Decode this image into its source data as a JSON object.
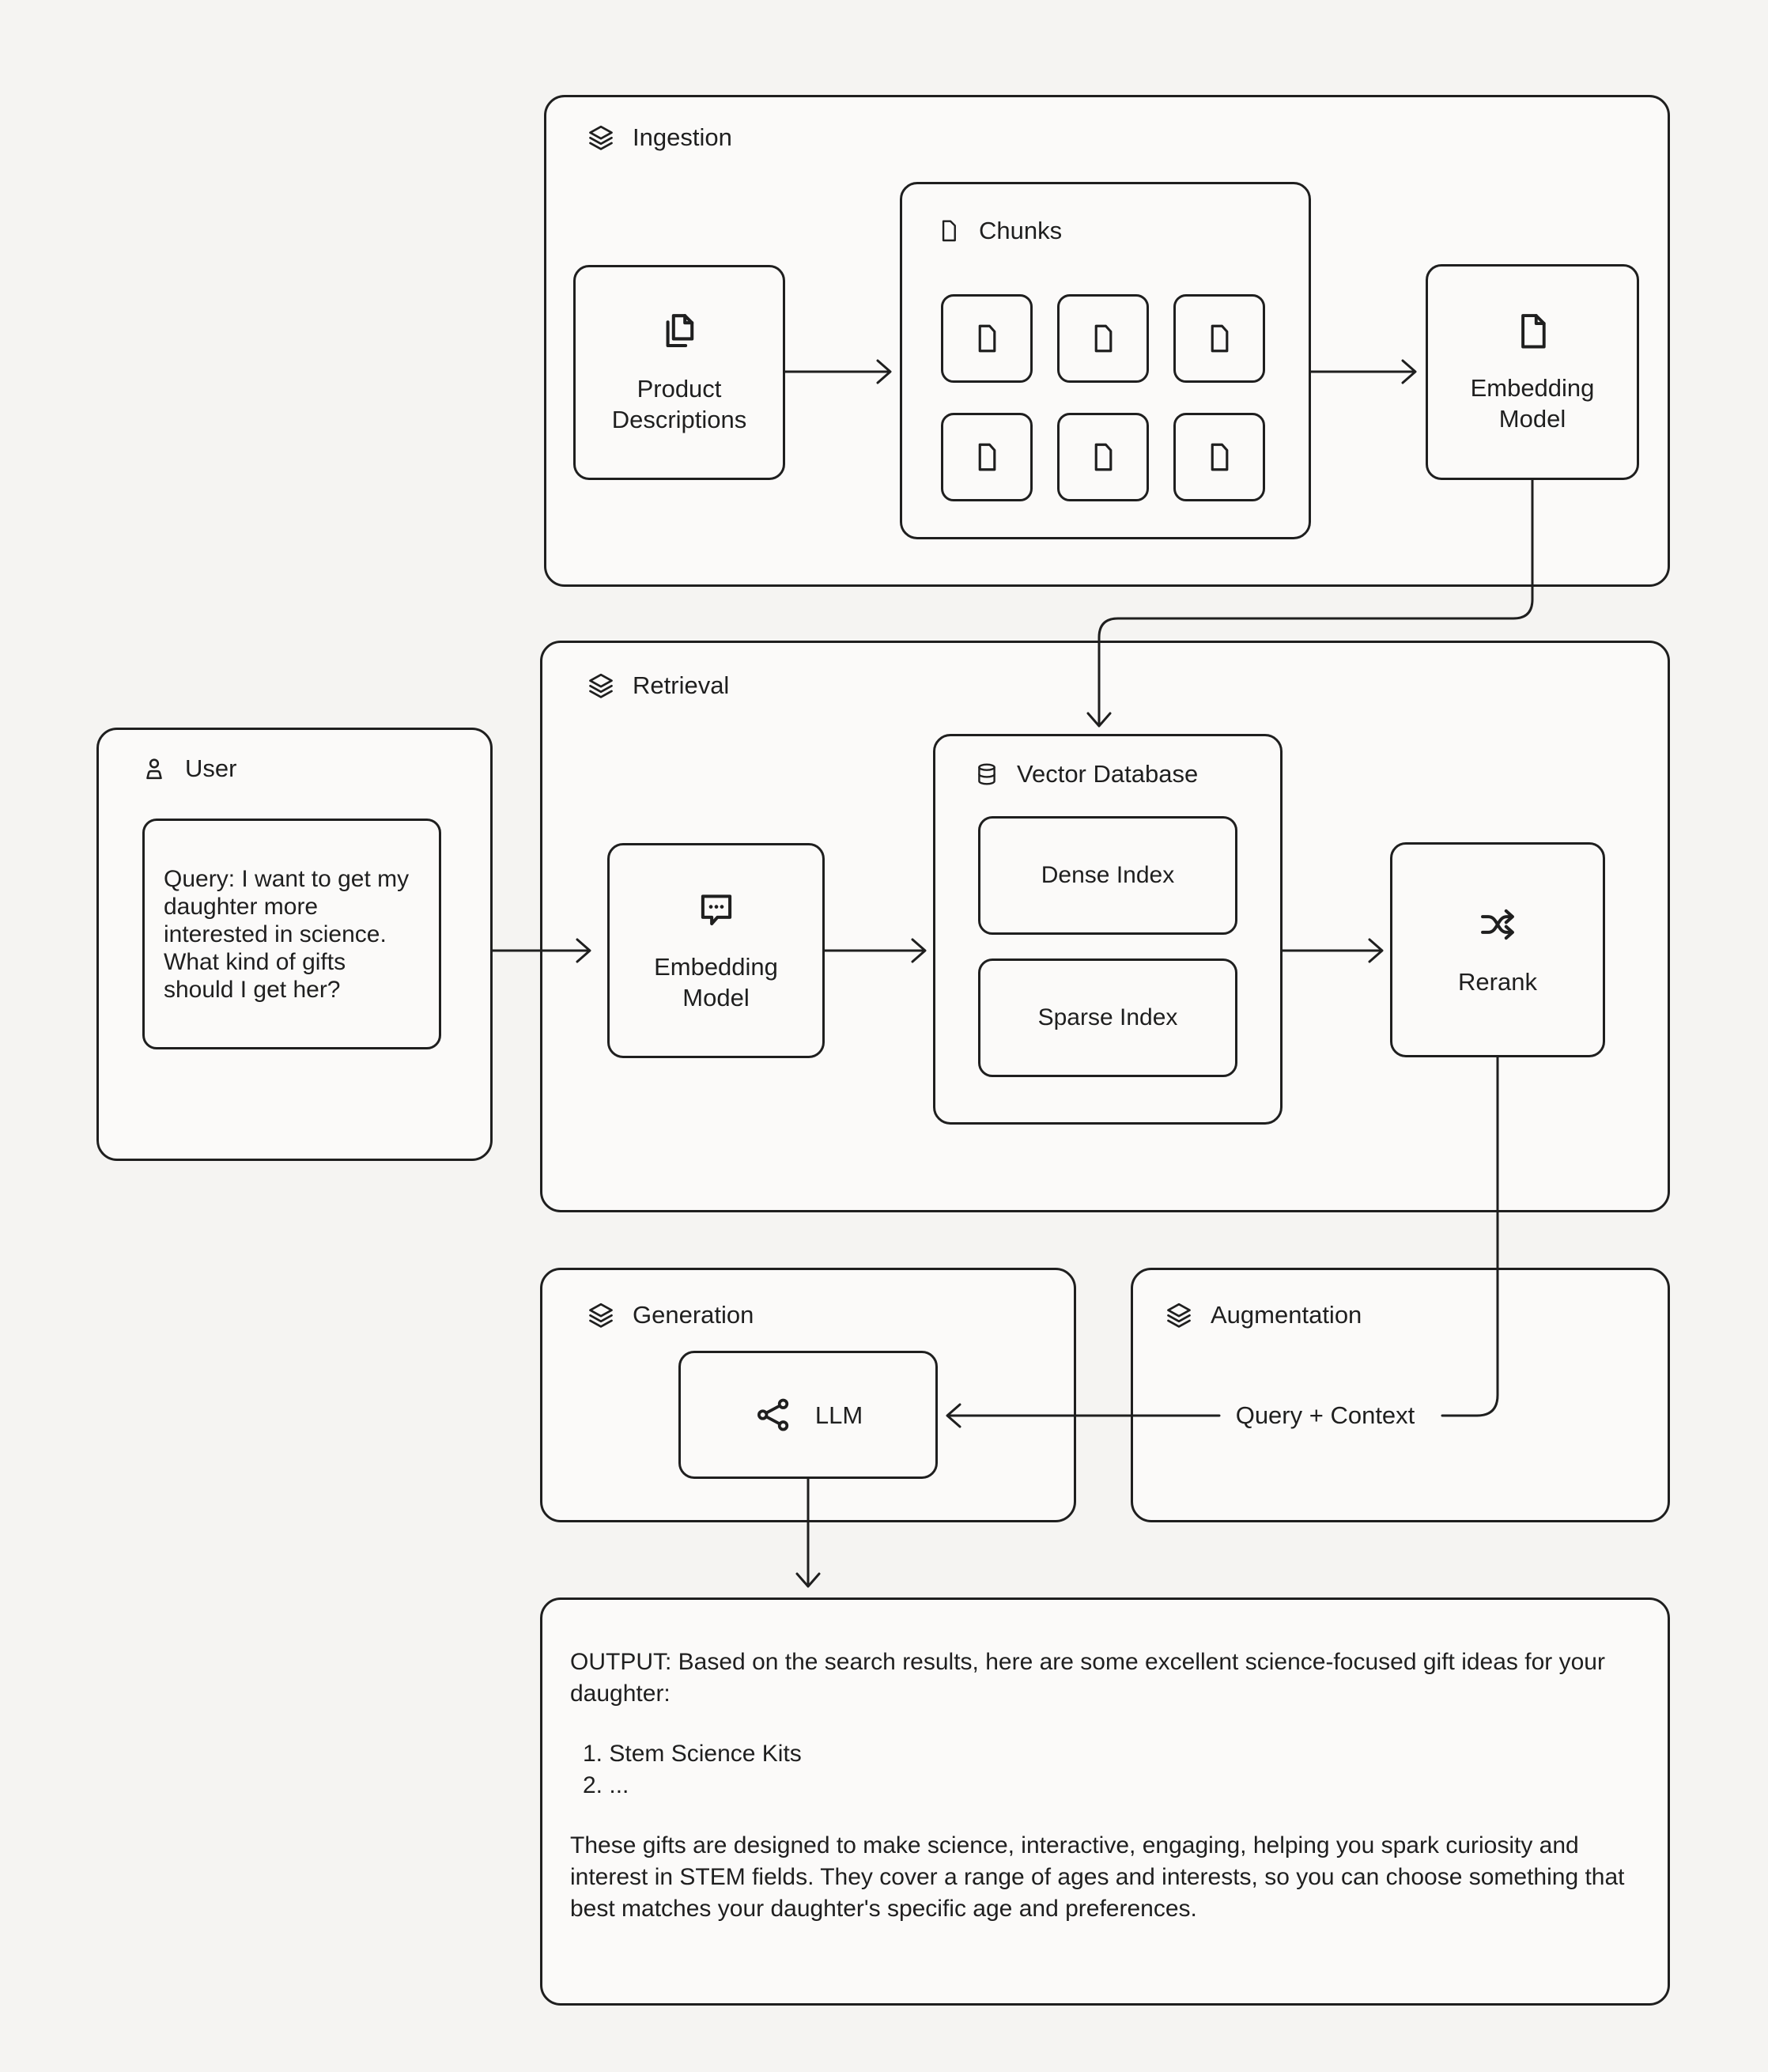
{
  "colors": {
    "background": "#f5f4f2",
    "surface": "#fbfaf9",
    "stroke": "#1f1f1f"
  },
  "ingestion": {
    "title": "Ingestion",
    "product_descriptions": "Product Descriptions",
    "chunks_title": "Chunks",
    "embedding_model": "Embedding Model"
  },
  "user": {
    "title": "User",
    "query": "Query: I want to get my daughter more interested in science. What kind of gifts should I get her?"
  },
  "retrieval": {
    "title": "Retrieval",
    "embedding_model": "Embedding Model",
    "vector_database_title": "Vector Database",
    "dense_index": "Dense Index",
    "sparse_index": "Sparse Index",
    "rerank": "Rerank"
  },
  "generation": {
    "title": "Generation",
    "llm": "LLM"
  },
  "augmentation": {
    "title": "Augmentation",
    "query_context": "Query + Context"
  },
  "output": {
    "intro": "OUTPUT: Based on the search results, here are some excellent science-focused gift ideas for your daughter:",
    "items": [
      "1. Stem Science Kits",
      "2. ..."
    ],
    "closing": "These gifts are designed to make science, interactive, engaging, helping you spark curiosity and interest in STEM fields. They cover a range of ages and interests, so you can choose something that best matches your daughter's specific age and preferences."
  }
}
